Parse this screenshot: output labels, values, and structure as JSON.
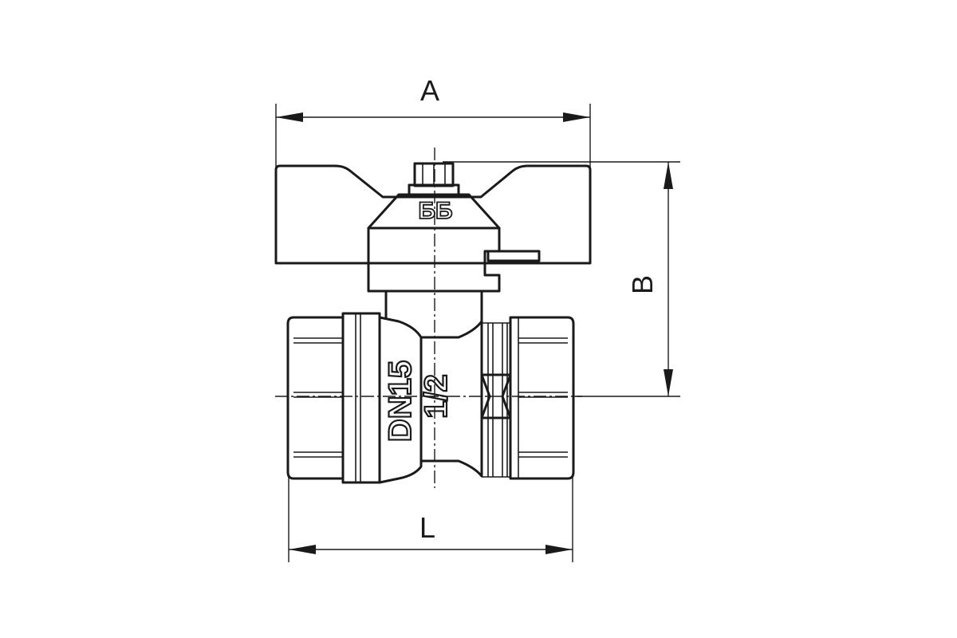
{
  "diagram": {
    "dimensions": {
      "width_label": "A",
      "height_label": "B",
      "length_label": "L"
    },
    "body_markings": {
      "nominal_diameter": "DN15",
      "thread_size": "1/2"
    },
    "logo_text": "ББ"
  }
}
